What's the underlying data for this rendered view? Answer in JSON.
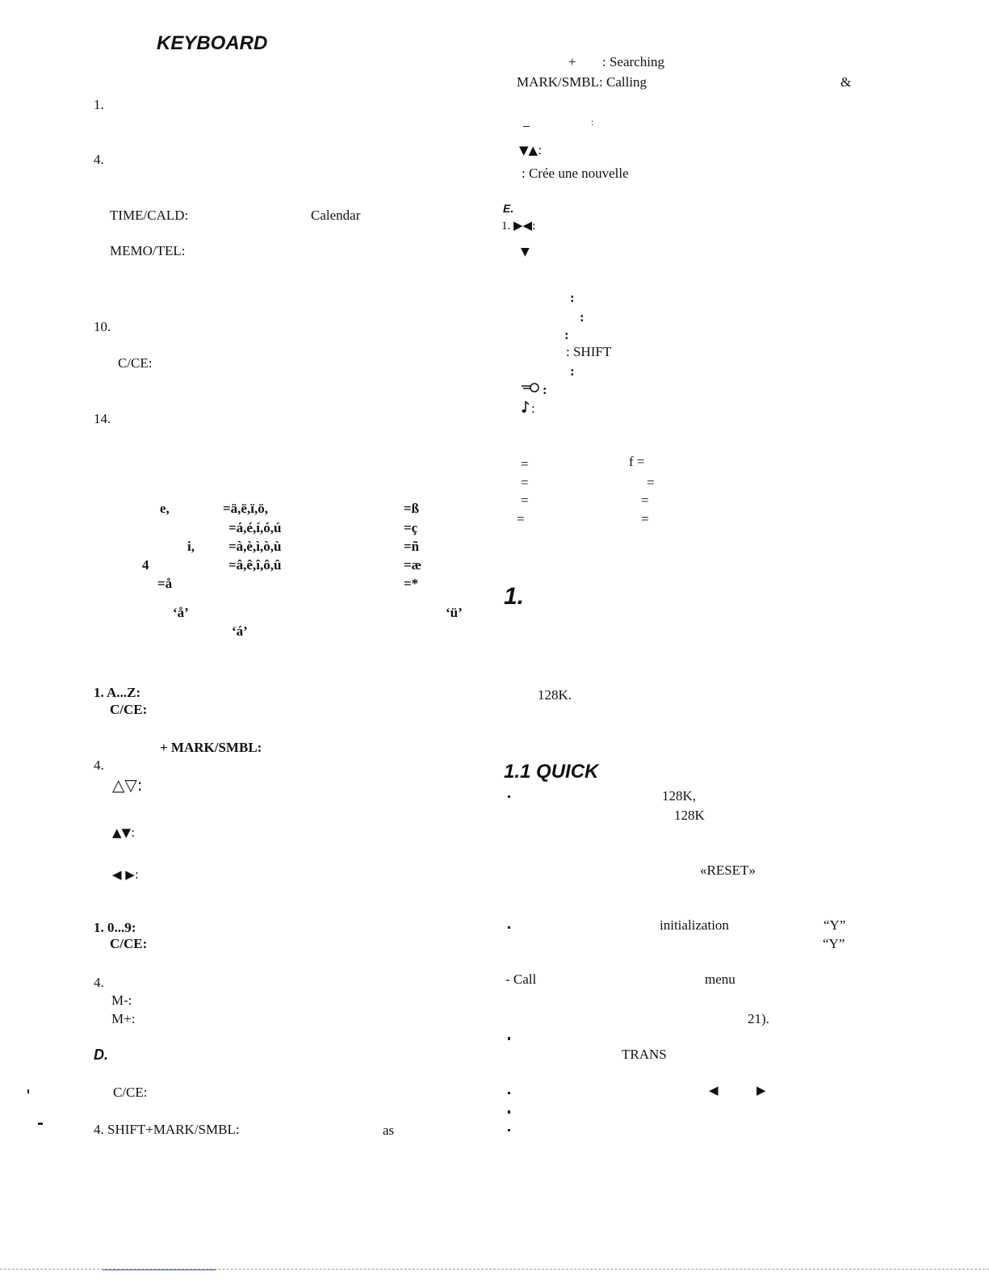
{
  "left": {
    "heading": "KEYBOARD",
    "n1": "1.",
    "n4a": "4.",
    "time_cald": "TIME/CALD:",
    "calendar": "Calendar",
    "memo_tel": "MEMO/TEL:",
    "n10": "10.",
    "c_ce_1": "C/CE:",
    "n14": "14.",
    "accent_rows": [
      {
        "key": "e,",
        "accents": "=ä,ë,ï,ö,",
        "special": "=ß"
      },
      {
        "key": "",
        "accents": "=á,é,í,ó,ú",
        "special": "=ç"
      },
      {
        "key": "i,",
        "accents": "=à,è,ì,ò,ù",
        "special": "=ñ"
      },
      {
        "key": "4",
        "accents": "=â,ê,î,ô,û",
        "special": "=æ"
      },
      {
        "key": "",
        "accents": "=å",
        "special": "=*"
      }
    ],
    "quote_a_ring": "‘å’",
    "quote_u_uml": "‘ü’",
    "quote_a_acute": "‘á’",
    "a_z": "1. A...Z:",
    "c_ce_2": "C/CE:",
    "plus_mark": "+ MARK/SMBL:",
    "n4b": "4.",
    "tri_arrows": "△▽:",
    "updown_arrows": "▲▼:",
    "leftright_arrows": "◀ ▶:",
    "zero_nine": "1. 0...9:",
    "c_ce_3": "C/CE:",
    "n4c": "4.",
    "m_minus": "M-:",
    "m_plus": "M+:",
    "d_heading": "D.",
    "c_ce_4": "C/CE:",
    "shift_mark": "4. SHIFT+MARK/SMBL:",
    "as": "as"
  },
  "right": {
    "plus_search": "+",
    "searching": ": Searching",
    "mark_calling": "MARK/SMBL: Calling",
    "ampersand": "&",
    "colon_small": ":",
    "down_up": "▼▲:",
    "cree": ": Crée une nouvelle",
    "e_heading": "E.",
    "n1_arrows": "1. ▶◀:",
    "down_only": "▼",
    "c1": ":",
    "c2": ":",
    "c3": ":",
    "shift": ": SHIFT",
    "c4": ":",
    "key_icon_colon": ":",
    "note_colon": ":",
    "eq_rows": [
      {
        "left": "=",
        "right": "f ="
      },
      {
        "left": "=",
        "right": "="
      },
      {
        "left": "=",
        "right": "="
      },
      {
        "left": "=",
        "right": "="
      }
    ],
    "section_1": "1.",
    "k128": "128K.",
    "quick_heading": "1.1 QUICK",
    "k128b": "128K,",
    "k128c": "128K",
    "reset": "«RESET»",
    "initialization": "initialization",
    "y1": "“Y”",
    "y2": "“Y”",
    "call": "- Call",
    "menu": "menu",
    "p21": "21).",
    "trans": "TRANS",
    "left_arrow": "◀",
    "right_arrow": "▶"
  }
}
